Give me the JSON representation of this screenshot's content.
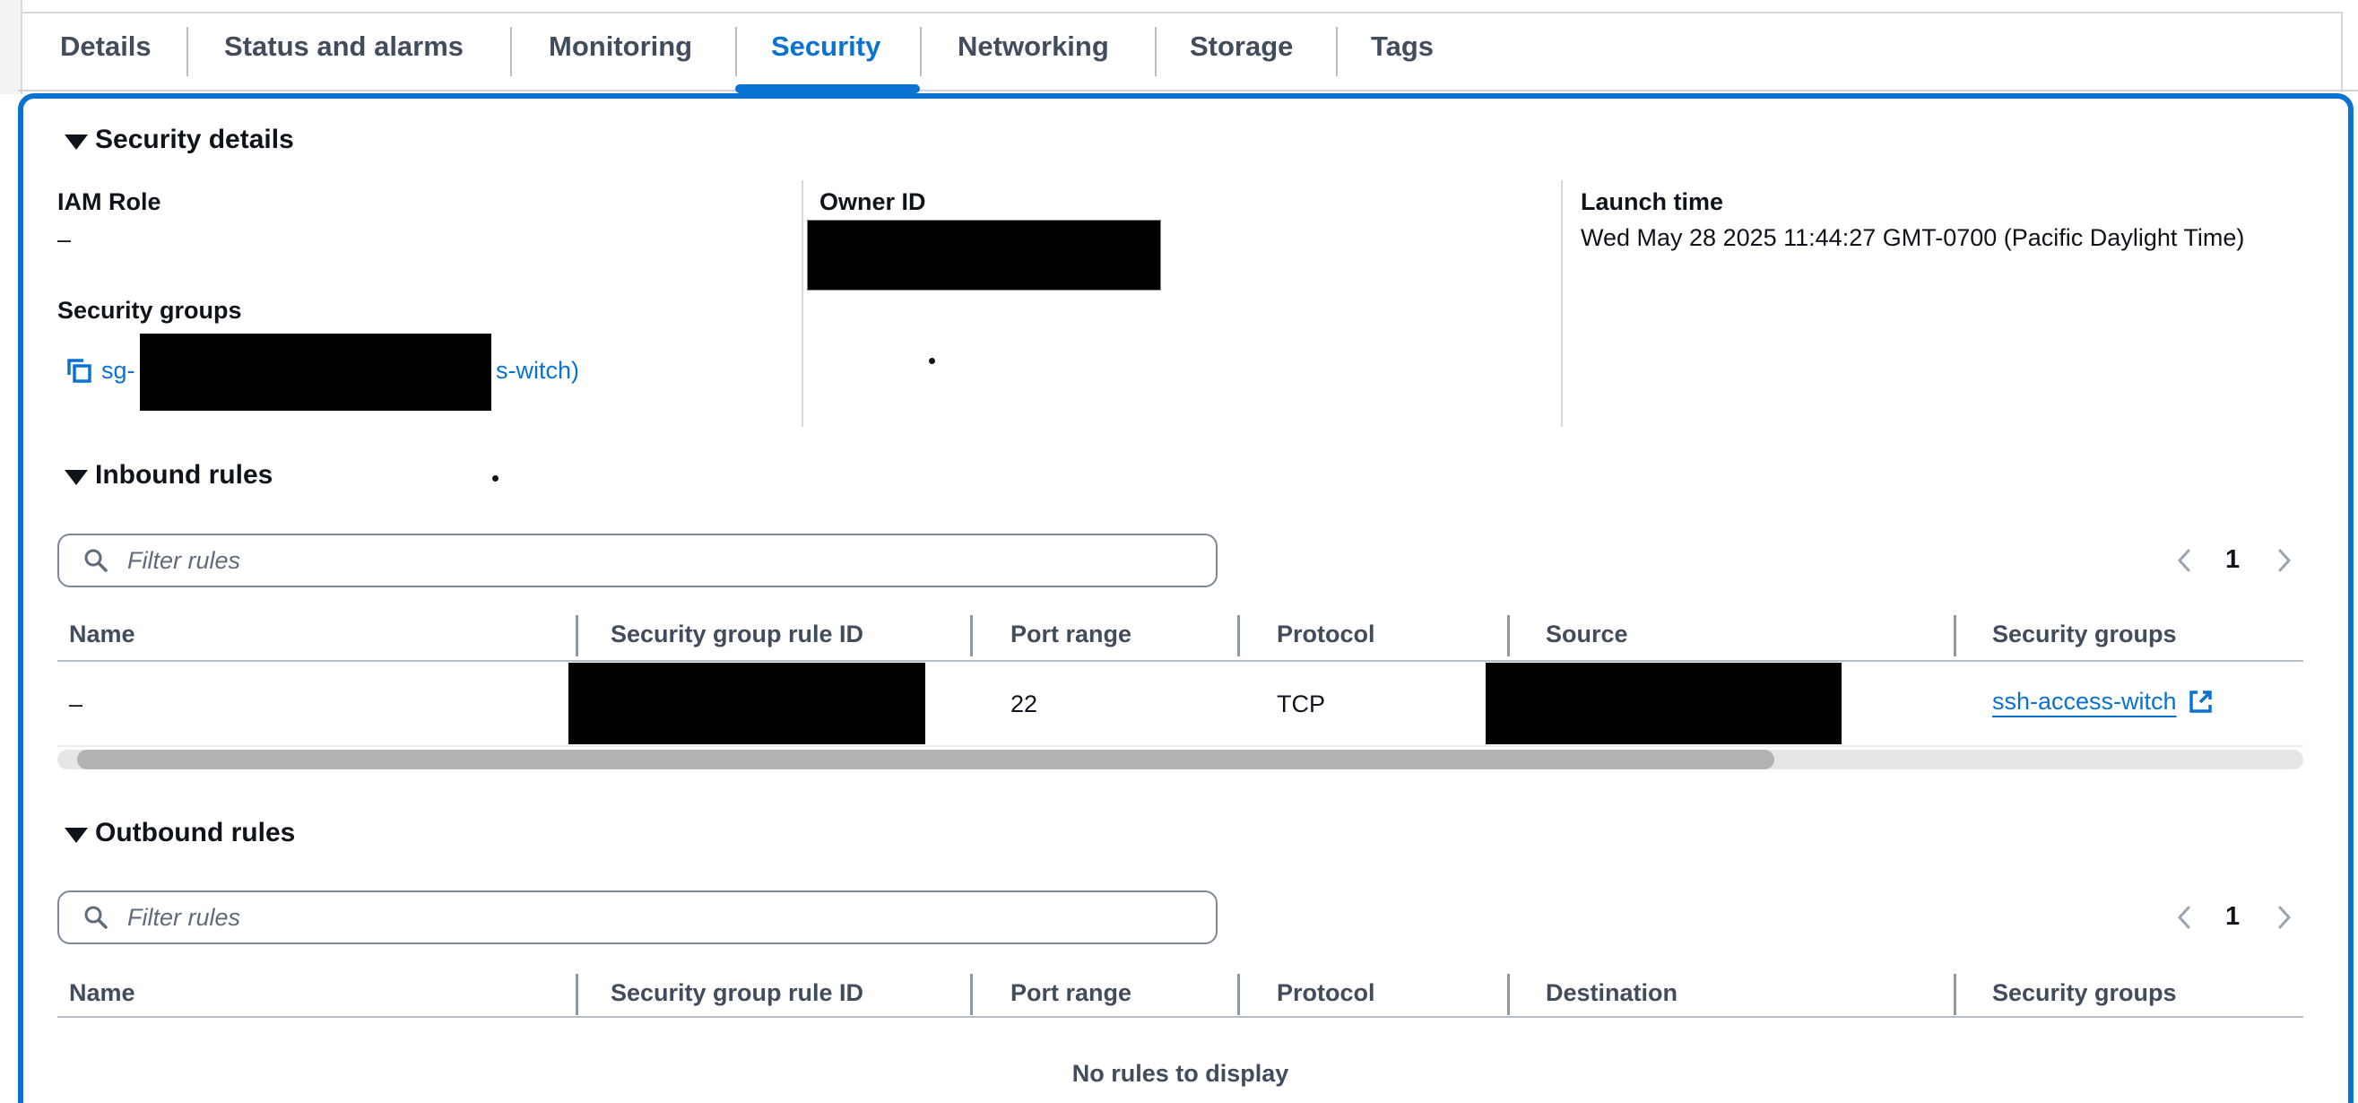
{
  "tabs": {
    "items": [
      {
        "label": "Details",
        "active": false
      },
      {
        "label": "Status and alarms",
        "active": false
      },
      {
        "label": "Monitoring",
        "active": false
      },
      {
        "label": "Security",
        "active": true
      },
      {
        "label": "Networking",
        "active": false
      },
      {
        "label": "Storage",
        "active": false
      },
      {
        "label": "Tags",
        "active": false
      }
    ]
  },
  "security_details": {
    "title": "Security details",
    "iam_role_label": "IAM Role",
    "iam_role_value": "–",
    "owner_id_label": "Owner ID",
    "owner_id_redacted": true,
    "launch_time_label": "Launch time",
    "launch_time_value": "Wed May 28 2025 11:44:27 GMT-0700 (Pacific Daylight Time)",
    "security_groups_label": "Security groups",
    "sg_link_prefix": "sg-",
    "sg_link_redacted": true,
    "sg_link_suffix": "s-witch)"
  },
  "inbound": {
    "title": "Inbound rules",
    "filter_placeholder": "Filter rules",
    "page": "1",
    "columns": [
      "Name",
      "Security group rule ID",
      "Port range",
      "Protocol",
      "Source",
      "Security groups"
    ],
    "row": {
      "name": "–",
      "rule_id_redacted": true,
      "port_range": "22",
      "protocol": "TCP",
      "source_redacted": true,
      "security_group": "ssh-access-witch"
    }
  },
  "outbound": {
    "title": "Outbound rules",
    "filter_placeholder": "Filter rules",
    "page": "1",
    "columns": [
      "Name",
      "Security group rule ID",
      "Port range",
      "Protocol",
      "Destination",
      "Security groups"
    ],
    "empty_message": "No rules to display"
  },
  "colors": {
    "accent_blue": "#0972d3",
    "panel_border": "#0b72d3",
    "tab_inactive": "#414d5c",
    "text": "#0f141a",
    "divider_light": "#d5d9de",
    "divider_header": "#8d99a8",
    "input_border": "#7d8998",
    "placeholder": "#5f6b7a"
  },
  "icons": {
    "copy": "copy-icon",
    "search": "search-icon",
    "external_link": "external-link-icon",
    "prev": "chevron-left-icon",
    "next": "chevron-right-icon",
    "section_caret": "caret-down-icon"
  }
}
